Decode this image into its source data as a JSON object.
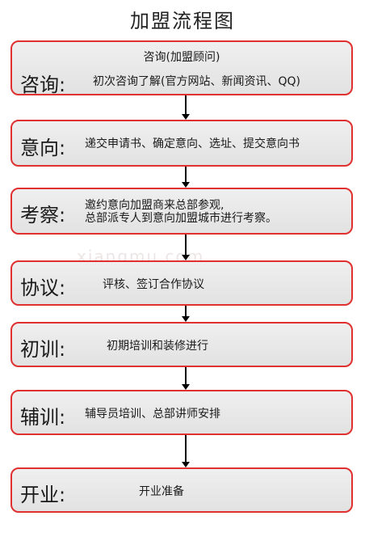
{
  "title": "加盟流程图",
  "watermark": "xiangmu.com",
  "steps": [
    {
      "label": "咨询:",
      "subhead": "咨询(加盟顾问)",
      "desc": [
        "初次咨询了解(官方网站、新闻资讯、QQ)"
      ]
    },
    {
      "label": "意向:",
      "desc": [
        "递交申请书、确定意向、选址、提交意向书"
      ]
    },
    {
      "label": "考察:",
      "desc": [
        "邀约意向加盟商来总部参观,",
        "总部派专人到意向加盟城市进行考察。"
      ]
    },
    {
      "label": "协议:",
      "desc": [
        "评核、签订合作协议"
      ]
    },
    {
      "label": "初训:",
      "desc": [
        "初期培训和装修进行"
      ]
    },
    {
      "label": "辅训:",
      "desc": [
        "辅导员培训、总部讲师安排"
      ]
    },
    {
      "label": "开业:",
      "desc": [
        "开业准备"
      ]
    }
  ]
}
